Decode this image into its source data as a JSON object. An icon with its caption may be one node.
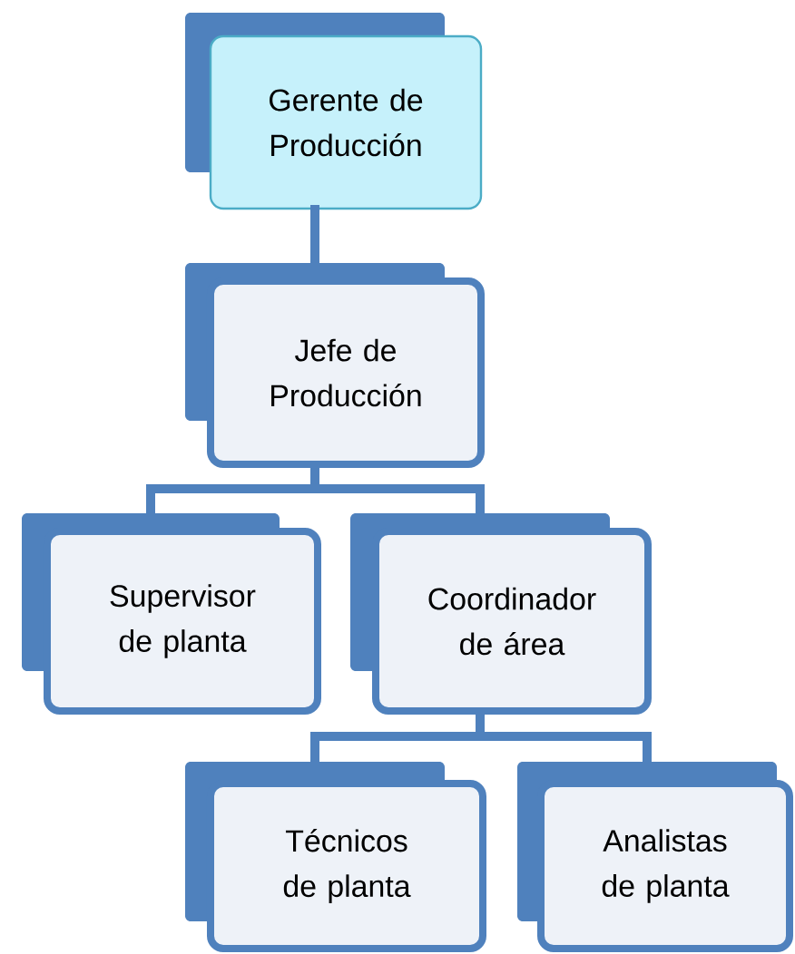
{
  "diagram": {
    "nodes": [
      {
        "text": [
          "Gerente de Producción"
        ]
      },
      {
        "text": [
          "Jefe de Producción"
        ]
      },
      {
        "text": [
          "Supervisor de planta"
        ]
      },
      {
        "text": [
          "Coordinador de área"
        ]
      },
      {
        "text": [
          "Técnicos de planta"
        ]
      },
      {
        "text": [
          "Analistas de planta"
        ]
      }
    ],
    "edges": [
      {
        "from": 0,
        "to": 1,
        "arrow": "none"
      },
      {
        "from": 1,
        "to": 2,
        "arrow": "none"
      },
      {
        "from": 1,
        "to": 3,
        "arrow": "none"
      },
      {
        "from": 3,
        "to": 4,
        "arrow": "none"
      },
      {
        "from": 3,
        "to": 5,
        "arrow": "none"
      }
    ]
  }
}
